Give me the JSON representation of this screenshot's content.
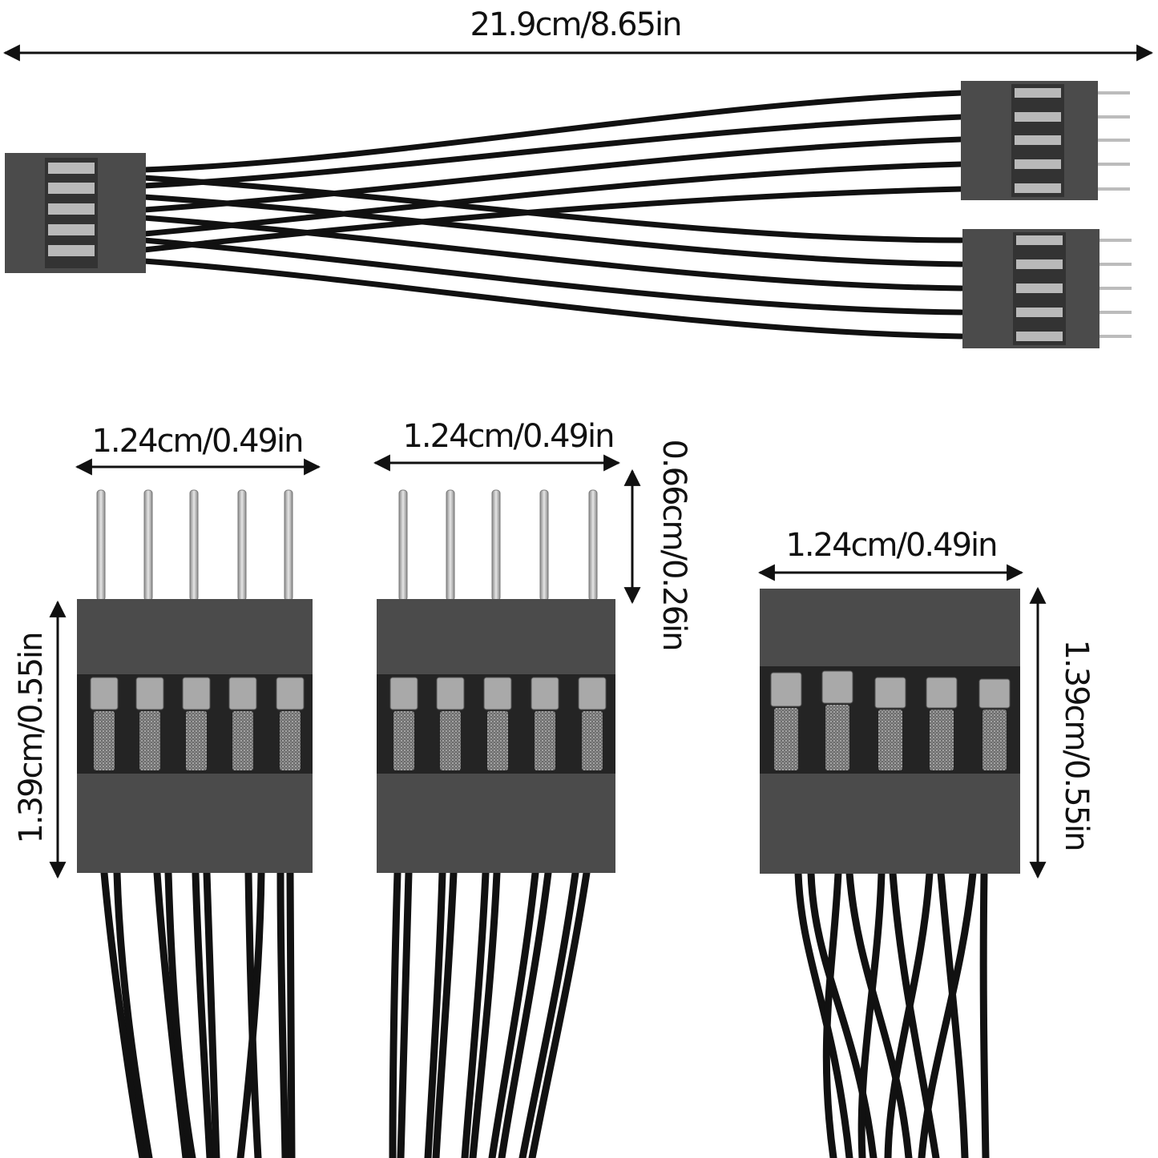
{
  "dimensions": {
    "total_length": "21.9cm/8.65in",
    "male_a_width": "1.24cm/0.49in",
    "male_b_width": "1.24cm/0.49in",
    "pin_length": "0.66cm/0.26in",
    "female_width": "1.24cm/0.49in",
    "male_height": "1.39cm/0.55in",
    "female_height": "1.39cm/0.55in"
  },
  "colors": {
    "housing": "#4b4b4b",
    "housing_dark": "#3a3a3a",
    "wire": "#111111",
    "pin": "#bdbdbd",
    "text": "#111111"
  }
}
